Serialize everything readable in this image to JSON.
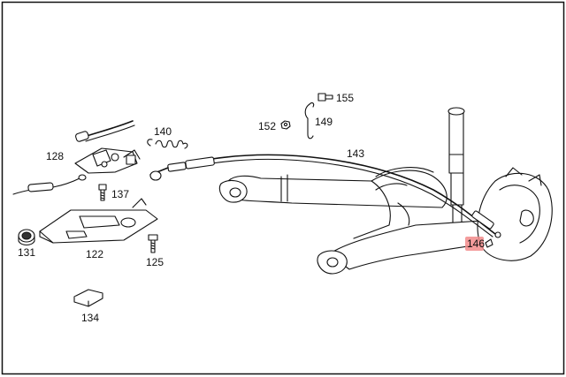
{
  "colors": {
    "background": "#ffffff",
    "line": "#111111",
    "highlight": "#f28b8b"
  },
  "labels": {
    "p155": "155",
    "p152": "152",
    "p149": "149",
    "p140": "140",
    "p143": "143",
    "p128": "128",
    "p137": "137",
    "p131": "131",
    "p122": "122",
    "p125": "125",
    "p134": "134",
    "p146": "146"
  },
  "highlighted_part": "146"
}
